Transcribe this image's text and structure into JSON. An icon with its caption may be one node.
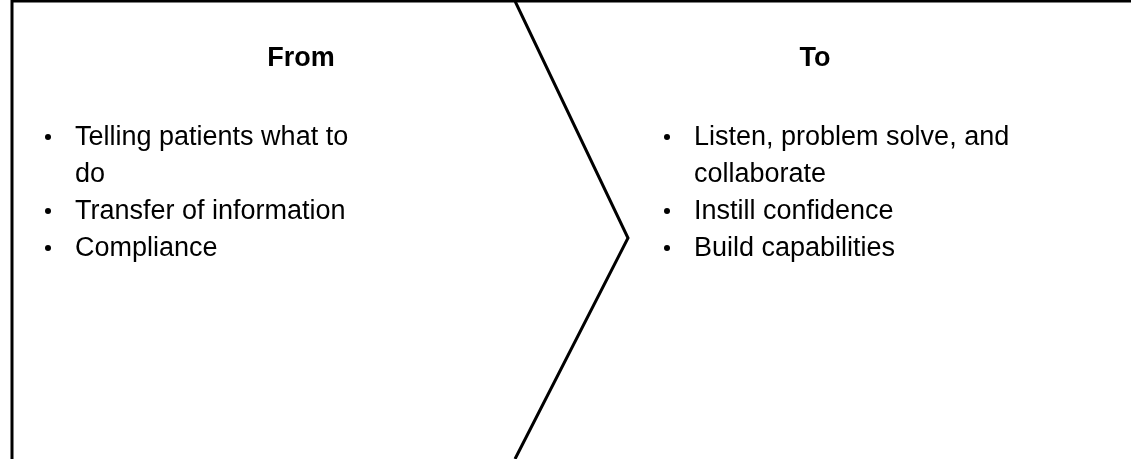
{
  "diagram": {
    "nodes": [
      {
        "text": [
          "From",
          "Telling patients what to do",
          "Transfer of information",
          "Compliance"
        ]
      },
      {
        "text": [
          "To",
          "Listen, problem solve, and collaborate",
          "Instill confidence",
          "Build capabilities"
        ]
      }
    ]
  }
}
